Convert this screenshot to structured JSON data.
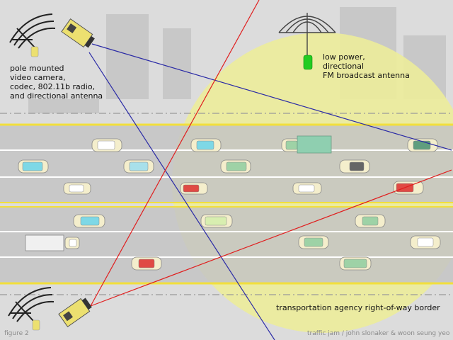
{
  "labels": {
    "camera_description": "pole mounted\nvideo camera,\ncodec, 802.11b radio,\nand directional antenna",
    "fm_antenna_description": "low power,\ndirectional\nFM broadcast antenna",
    "border_label": "transportation agency right-of-way border",
    "figure_number": "figure 2",
    "credit": "traffic jam  /  john slonaker & woon seung yeo"
  },
  "colors": {
    "coverage_area": "#ecec9a",
    "road": "#c4c4c4",
    "lane_line": "#ffffff",
    "shoulder_line": "#f2df3c",
    "camera_body": "#ece070",
    "fm_antenna_tip": "#22cc22",
    "sight_line_blue": "#2a2aa6",
    "sight_line_red": "#e01e1e",
    "border_line": "#999999"
  },
  "icons": {
    "camera": "pole-camera-icon",
    "antenna": "radio-antenna-icon",
    "vehicle": "car-icon",
    "truck": "truck-icon"
  }
}
